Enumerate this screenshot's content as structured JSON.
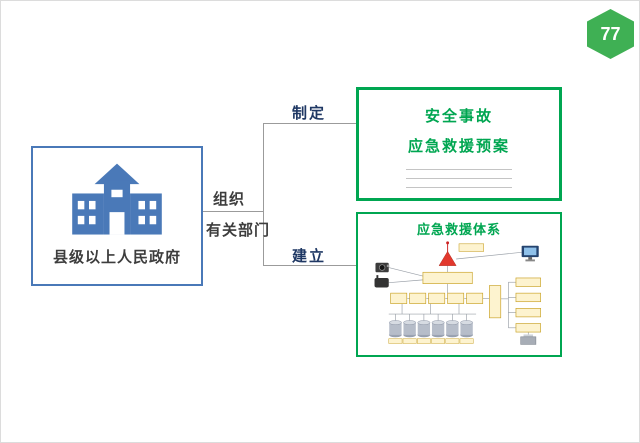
{
  "slide": {
    "page_number": "77"
  },
  "colors": {
    "green_accent": "#00A651",
    "badge_green": "#3FB054",
    "blue_accent": "#4A79B8",
    "navy_text": "#1F3864"
  },
  "government_box": {
    "label": "县级以上人民政府"
  },
  "connector": {
    "top_label": "组织",
    "bottom_label": "有关部门"
  },
  "branches": {
    "top": {
      "verb": "制定",
      "line1": "安全事故",
      "line2": "应急救援预案"
    },
    "bottom": {
      "verb": "建立",
      "title": "应急救援体系"
    }
  }
}
